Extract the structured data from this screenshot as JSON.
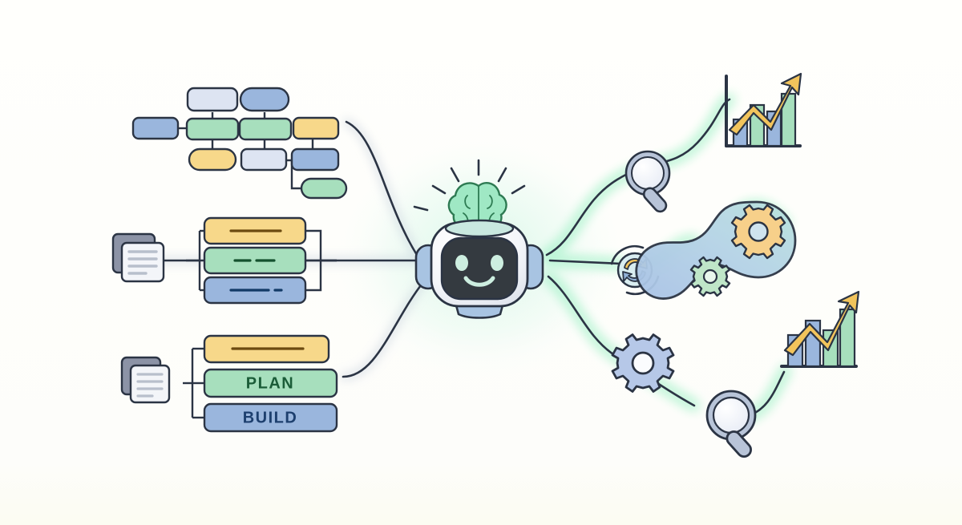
{
  "diagram": {
    "title": "AI agent workflow diagram",
    "background_color": "#fffefa",
    "glow_color": "#a8f0cc",
    "stroke_color": "#2b3444",
    "inputs": {
      "flowchart": {
        "name": "flowchart-input",
        "nodes": [
          {
            "id": "fc-1",
            "fill": "#9ab6dd",
            "shape": "pill"
          },
          {
            "id": "fc-2",
            "fill": "#dde4f2",
            "shape": "rounded"
          },
          {
            "id": "fc-3",
            "fill": "#a7dfbd",
            "shape": "rounded"
          },
          {
            "id": "fc-4",
            "fill": "#f7d88a",
            "shape": "pill"
          },
          {
            "id": "fc-5",
            "fill": "#9ab6dd",
            "shape": "pill"
          },
          {
            "id": "fc-6",
            "fill": "#a7dfbd",
            "shape": "rounded"
          },
          {
            "id": "fc-7",
            "fill": "#dde4f2",
            "shape": "rounded"
          },
          {
            "id": "fc-8",
            "fill": "#f7d88a",
            "shape": "rounded"
          },
          {
            "id": "fc-9",
            "fill": "#9ab6dd",
            "shape": "rounded"
          },
          {
            "id": "fc-10",
            "fill": "#a7dfbd",
            "shape": "pill"
          }
        ]
      },
      "doc_list_top": {
        "name": "document-list-middle",
        "doc_icon": "documents-icon",
        "rows": [
          {
            "id": "row-1",
            "fill": "#f7d88a",
            "line_color": "#6b4a10",
            "label": ""
          },
          {
            "id": "row-2",
            "fill": "#a7dfbd",
            "line_color": "#14512e",
            "label": ""
          },
          {
            "id": "row-3",
            "fill": "#9ab6dd",
            "line_color": "#123a66",
            "label": ""
          }
        ]
      },
      "doc_list_bottom": {
        "name": "document-list-bottom",
        "doc_icon": "documents-icon",
        "rows": [
          {
            "id": "row-4",
            "fill": "#f7d88a",
            "line_color": "#6b4a10",
            "label": ""
          },
          {
            "id": "row-5",
            "fill": "#a7dfbd",
            "line_color": "#14512e",
            "label": "PLAN"
          },
          {
            "id": "row-6",
            "fill": "#9ab6dd",
            "line_color": "#123a66",
            "label": "BUILD"
          }
        ]
      }
    },
    "agent": {
      "name": "ai-robot",
      "head_fill": "#fbfcfe",
      "face_fill": "#343a40",
      "eye_fill": "#cdeee0",
      "brain_fill": "#9fe8c4",
      "ear_fill": "#a8c4e2",
      "spark_count": 6
    },
    "outputs": [
      {
        "id": "out-1",
        "icon": "magnifier-icon",
        "label": ""
      },
      {
        "id": "out-2",
        "icon": "bar-chart-growth-icon",
        "label": ""
      },
      {
        "id": "out-3",
        "icon": "refresh-sync-icon",
        "label": ""
      },
      {
        "id": "out-4",
        "icon": "gears-pair-icon",
        "label": ""
      },
      {
        "id": "out-5",
        "icon": "gear-icon",
        "label": ""
      },
      {
        "id": "out-6",
        "icon": "magnifier-icon",
        "label": ""
      },
      {
        "id": "out-7",
        "icon": "bar-chart-growth-icon",
        "label": ""
      }
    ],
    "charts": [
      {
        "id": "chart-top",
        "bars": [
          {
            "fill": "#9ab6dd",
            "height": 34
          },
          {
            "fill": "#a7dfbd",
            "height": 52
          },
          {
            "fill": "#9ab6dd",
            "height": 44
          },
          {
            "fill": "#a7dfbd",
            "height": 66
          }
        ],
        "arrow_fill": "#f2c45c"
      },
      {
        "id": "chart-bottom",
        "bars": [
          {
            "fill": "#9ab6dd",
            "height": 40
          },
          {
            "fill": "#9ab6dd",
            "height": 58
          },
          {
            "fill": "#a7dfbd",
            "height": 46
          },
          {
            "fill": "#a7dfbd",
            "height": 72
          }
        ],
        "arrow_fill": "#f2c45c"
      }
    ],
    "gears": [
      {
        "id": "gear-big",
        "fill": "#f7d08a",
        "teeth": 10
      },
      {
        "id": "gear-small",
        "fill": "#bfe6c8",
        "teeth": 9
      },
      {
        "id": "gear-solo",
        "fill": "#b6c8e8",
        "teeth": 8
      }
    ]
  }
}
